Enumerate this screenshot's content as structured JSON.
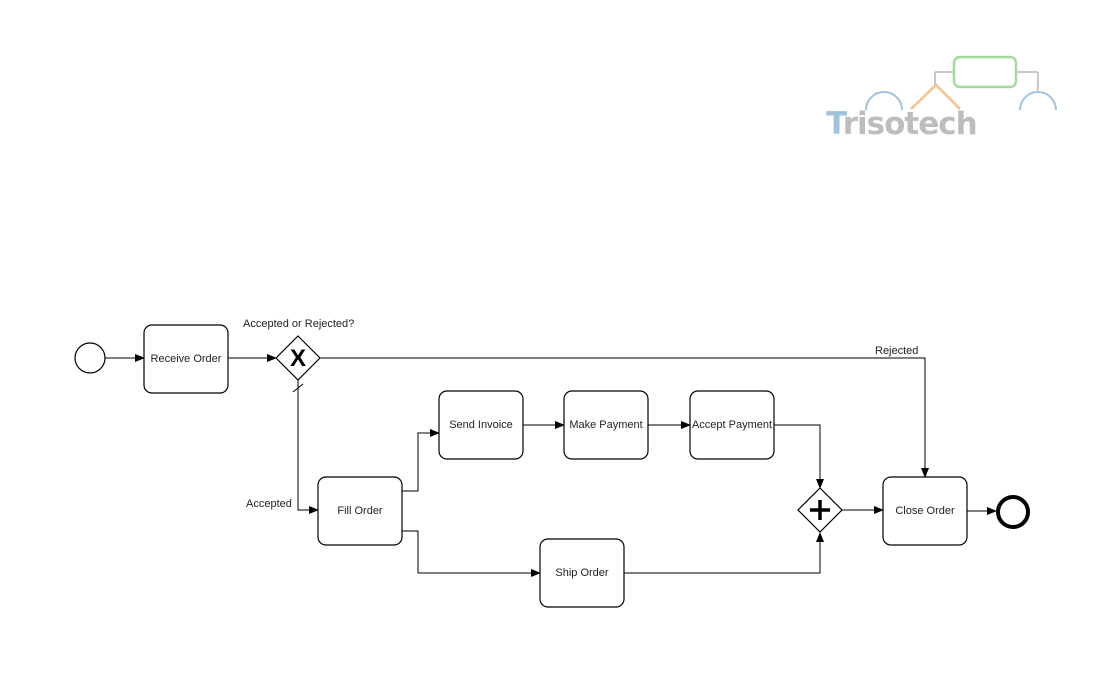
{
  "logo": {
    "text_t": "T",
    "text_rest": "risotech",
    "colors": {
      "blue": "#9ec3dc",
      "orange": "#f6c28b",
      "green": "#a3d99b",
      "gray": "#c8c8c8",
      "text_gray": "#bdbdbd"
    }
  },
  "diagram": {
    "tasks": {
      "receive_order": "Receive Order",
      "send_invoice": "Send Invoice",
      "make_payment": "Make Payment",
      "accept_payment": "Accept Payment",
      "fill_order": "Fill Order",
      "ship_order": "Ship Order",
      "close_order": "Close Order"
    },
    "gateways": {
      "exclusive_label": "Accepted or Rejected?",
      "exclusive_marker": "X",
      "parallel_marker": "+"
    },
    "flows": {
      "rejected": "Rejected",
      "accepted": "Accepted"
    },
    "colors": {
      "stroke": "#000000",
      "fill": "#ffffff"
    }
  }
}
